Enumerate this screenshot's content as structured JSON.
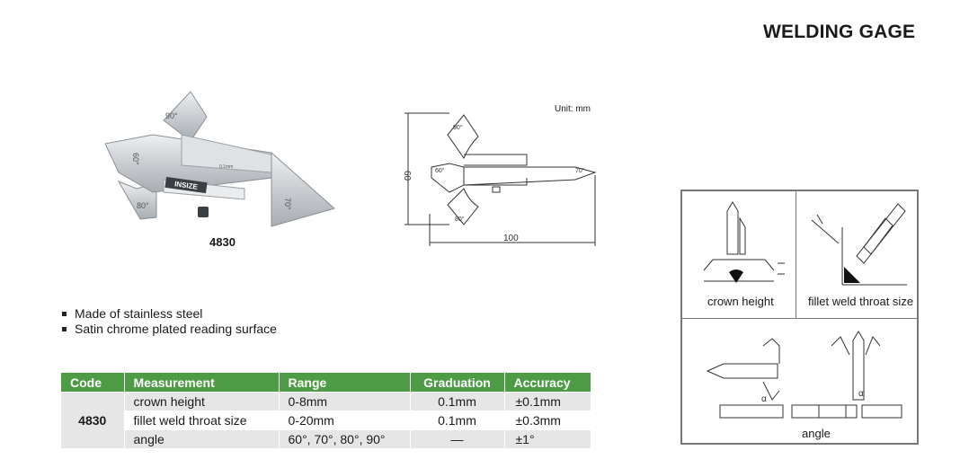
{
  "header": {
    "title": "WELDING GAGE"
  },
  "product": {
    "code": "4830"
  },
  "photo": {
    "brand": "INSIZE",
    "marks": [
      "90°",
      "80°",
      "60°",
      "70°",
      "0.1mm"
    ]
  },
  "drawing": {
    "unit": "Unit: mm",
    "height_dim": "60",
    "length_dim": "100",
    "angle_90": "90°",
    "angle_60": "60°",
    "angle_70": "70°",
    "angle_80": "80°"
  },
  "features": [
    "Made of stainless steel",
    "Satin chrome plated reading surface"
  ],
  "table": {
    "headers": {
      "code": "Code",
      "measurement": "Measurement",
      "range": "Range",
      "graduation": "Graduation",
      "accuracy": "Accuracy"
    },
    "code": "4830",
    "rows": [
      {
        "measurement": "crown height",
        "range": "0-8mm",
        "graduation": "0.1mm",
        "accuracy": "±0.1mm"
      },
      {
        "measurement": "fillet weld throat size",
        "range": "0-20mm",
        "graduation": "0.1mm",
        "accuracy": "±0.3mm"
      },
      {
        "measurement": "angle",
        "range": "60°, 70°, 80°, 90°",
        "graduation": "—",
        "accuracy": "±1°"
      }
    ]
  },
  "usage": {
    "crown": "crown height",
    "fillet": "fillet weld throat size",
    "angle": "angle",
    "alpha": "α"
  },
  "colors": {
    "table_header": "#4d9c45",
    "row_alt": "#e6e6e6",
    "steel": "#c9cdd1"
  }
}
